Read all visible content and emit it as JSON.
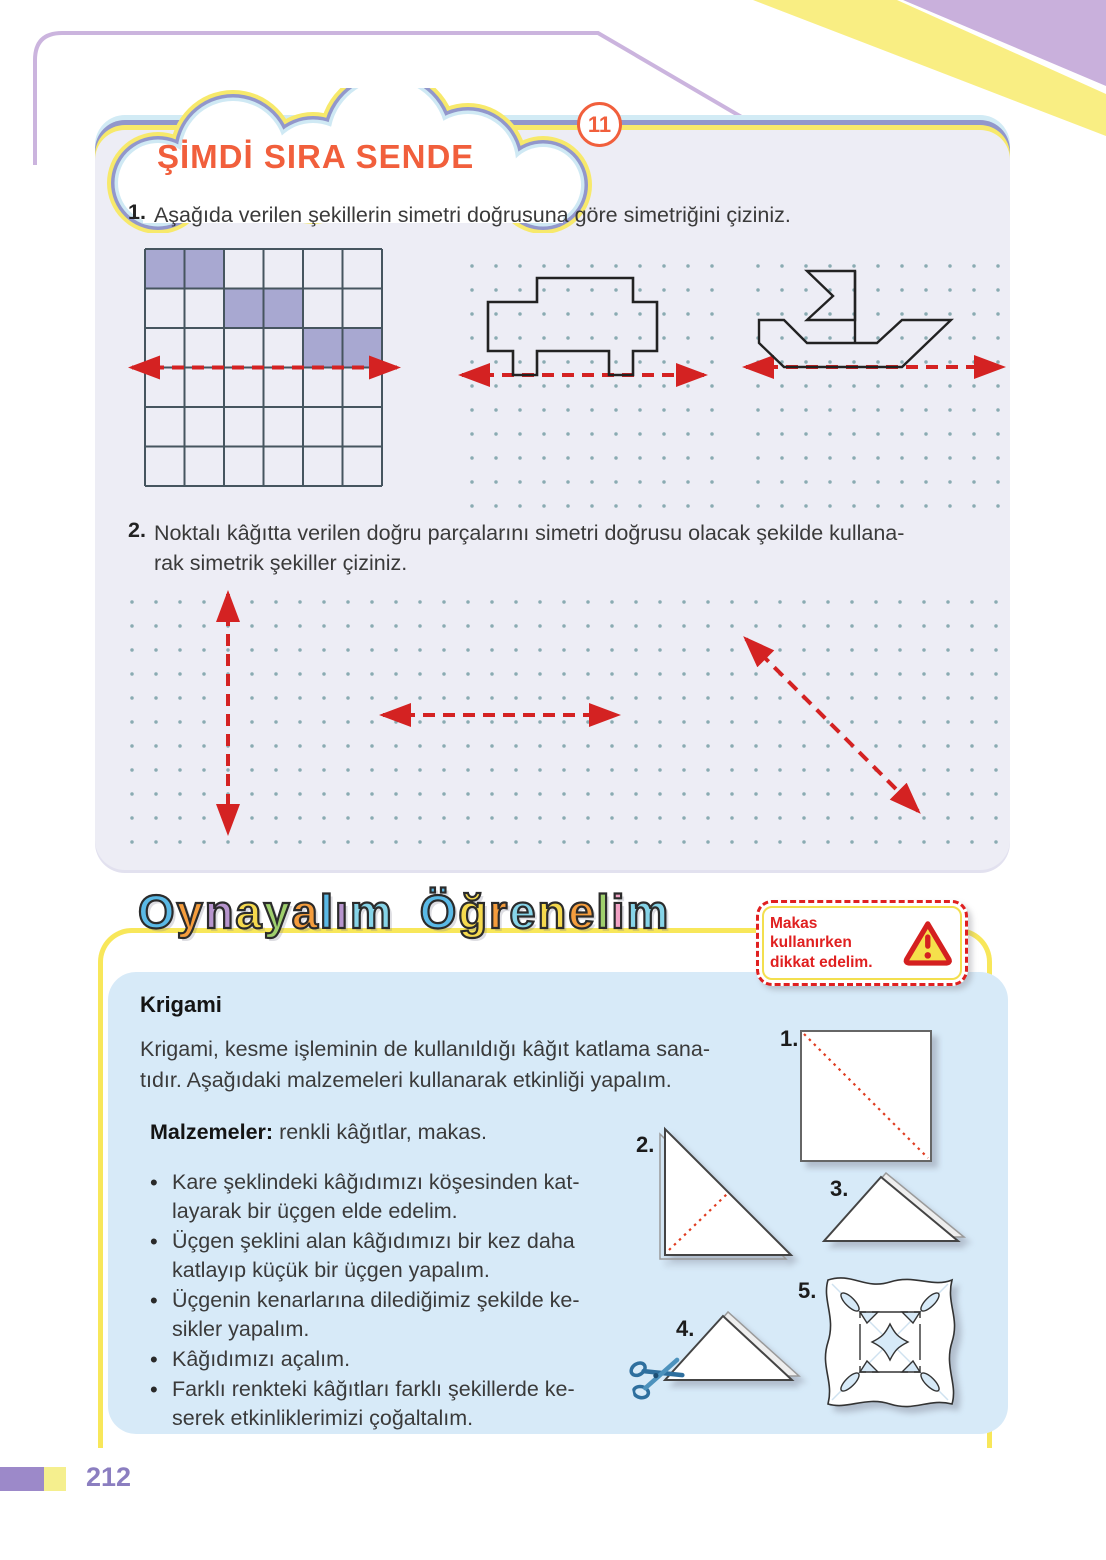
{
  "badge_number": "11",
  "section1": {
    "title": "ŞİMDİ SIRA SENDE",
    "q1_num": "1.",
    "q1_text": "Aşağıda verilen şekillerin simetri doğrusuna göre simetriğini çiziniz.",
    "q2_num": "2.",
    "q2_line1": "Noktalı kâğıtta verilen doğru parçalarını simetri doğrusu olacak şekilde kullana-",
    "q2_line2": "rak simetrik şekiller çiziniz."
  },
  "section2": {
    "title": "Oynayalım Öğrenelim",
    "title_letters": [
      {
        "ch": "O",
        "style": "color:#5ab9e6"
      },
      {
        "ch": "y",
        "style": "color:#f59d3d"
      },
      {
        "ch": "n",
        "style": "color:#b795ce"
      },
      {
        "ch": "a",
        "style": "color:#f5d94e"
      },
      {
        "ch": "y",
        "style": "color:#9fcf6d"
      },
      {
        "ch": "a",
        "style": "color:#f59d3d"
      },
      {
        "ch": "l",
        "style": "color:#5ab9e6"
      },
      {
        "ch": "ı",
        "style": "color:#b795ce"
      },
      {
        "ch": "m",
        "style": "color:#86d4e8"
      },
      {
        "ch": "Ö",
        "style": "color:#5ab9e6"
      },
      {
        "ch": "ğ",
        "style": "color:#f5d94e"
      },
      {
        "ch": "r",
        "style": "color:#f59d3d"
      },
      {
        "ch": "e",
        "style": "color:#86d4e8"
      },
      {
        "ch": "n",
        "style": "color:#f5d94e"
      },
      {
        "ch": "e",
        "style": "color:#f59d3d"
      },
      {
        "ch": "l",
        "style": "color:#9fcf6d"
      },
      {
        "ch": "i",
        "style": "color:#f2a3c5"
      },
      {
        "ch": "m",
        "style": "color:#86d4e8"
      }
    ],
    "warning_line1": "Makas kullanırken",
    "warning_line2": "dikkat edelim.",
    "heading": "Krigami",
    "intro_line1": "Krigami, kesme işleminin de kullanıldığı kâğıt katlama sana-",
    "intro_line2": "tıdır. Aşağıdaki malzemeleri kullanarak etkinliği yapalım.",
    "materials_label": "Malzemeler:",
    "materials_text": " renkli kâğıtlar, makas.",
    "bullets": [
      {
        "lines": [
          "Kare şeklindeki kâğıdımızı köşesinden kat-",
          "layarak bir üçgen elde edelim."
        ]
      },
      {
        "lines": [
          "Üçgen şeklini alan kâğıdımızı bir kez daha",
          "katlayıp küçük bir üçgen yapalım."
        ]
      },
      {
        "lines": [
          "Üçgenin kenarlarına dilediğimiz şekilde ke-",
          "sikler yapalım."
        ]
      },
      {
        "lines": [
          "Kâğıdımızı açalım."
        ]
      },
      {
        "lines": [
          "Farklı renkteki kâğıtları farklı şekillerde ke-",
          "serek etkinliklerimizi çoğaltalım."
        ]
      }
    ],
    "steps": [
      {
        "label": "1."
      },
      {
        "label": "2."
      },
      {
        "label": "3."
      },
      {
        "label": "4."
      },
      {
        "label": "5."
      }
    ]
  },
  "footer": {
    "page_number": "212"
  },
  "colors": {
    "accent_orange": "#f15f3c",
    "arrow_red": "#d42222",
    "panel1_bg": "#ededf5",
    "panel2_bg": "#d7eaf8",
    "grid_cell_purple": "#a8a8d1",
    "frame_yellow": "#f8e75a",
    "stripe_periwinkle": "#9297cb",
    "stripe_lightblue": "#d2ebf5",
    "footer_purple": "#9c89c9",
    "warning_red": "#e02020"
  }
}
